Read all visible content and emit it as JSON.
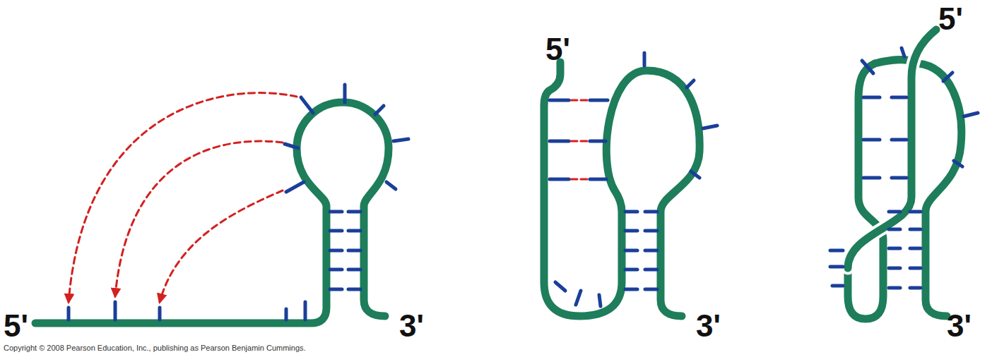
{
  "diagram": {
    "labels": [
      "5'",
      "3'",
      "5'",
      "3'",
      "5'",
      "3'",
      "Copyright © 2008 Pearson Education, Inc., publishing as Pearson Benjamin Cummings."
    ]
  }
}
